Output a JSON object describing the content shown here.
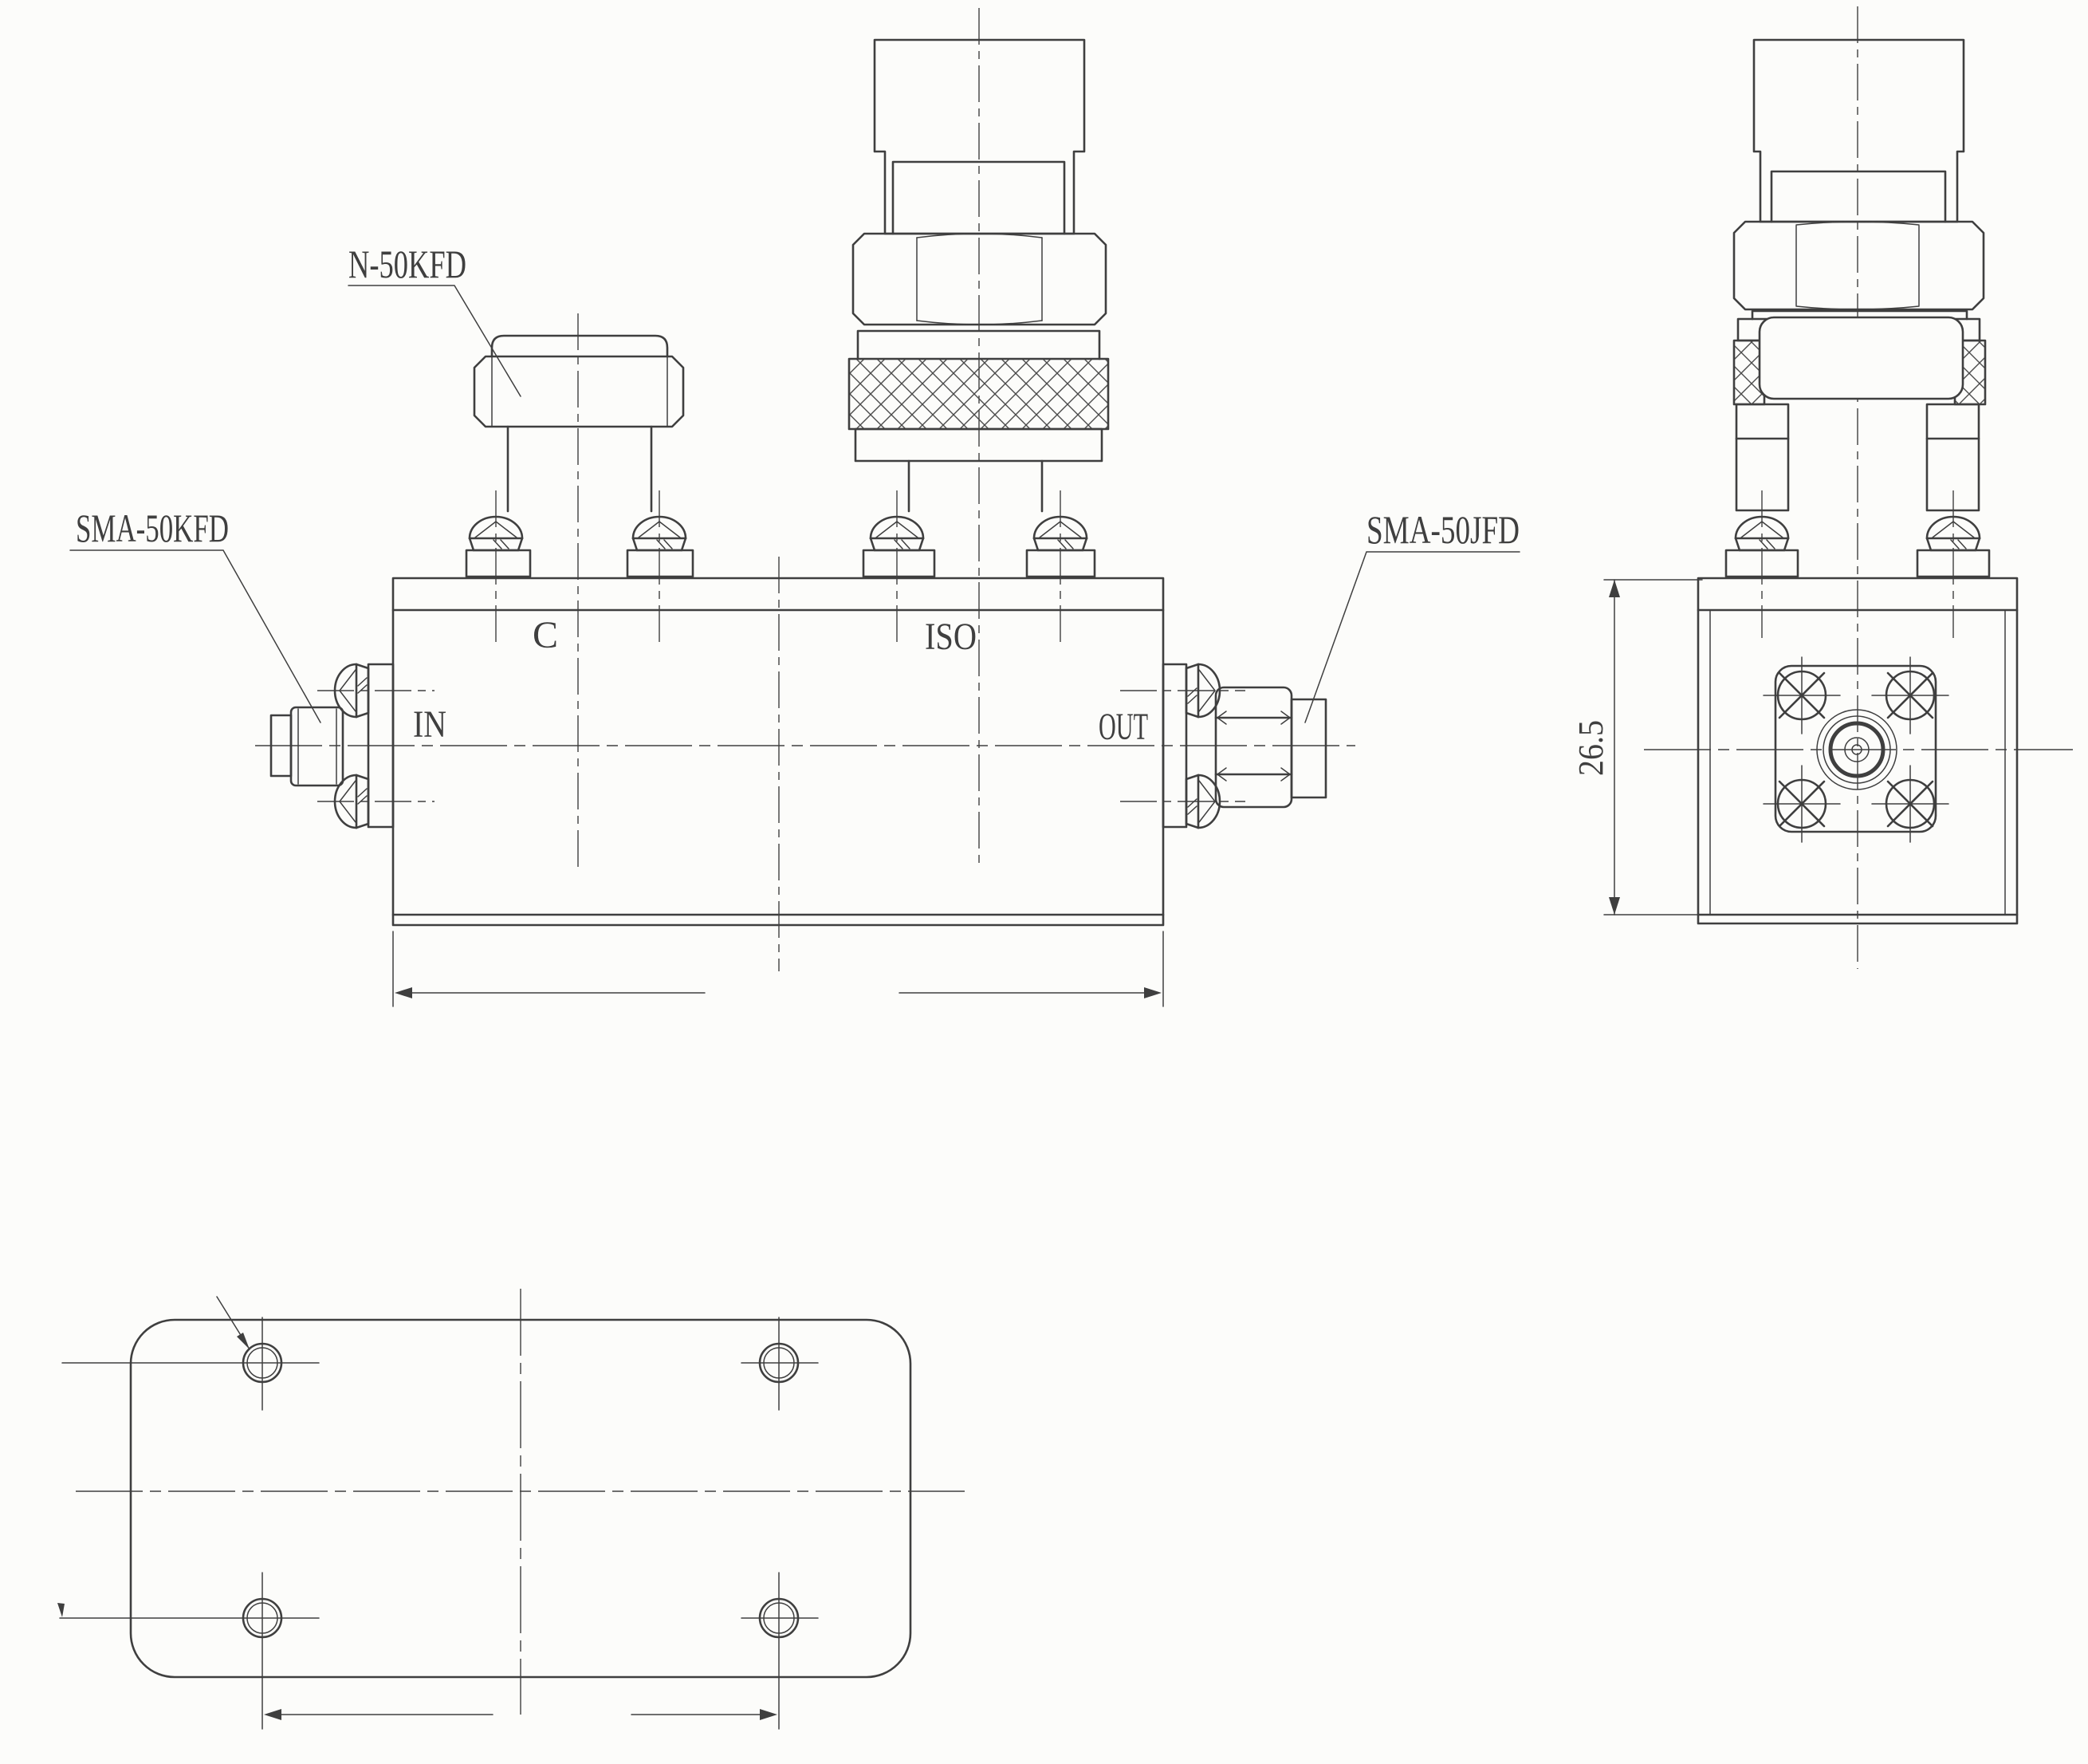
{
  "sheet": {
    "background": "#fcfcfa",
    "line_color": "#3f3f3f"
  },
  "front_view": {
    "connector_labels": {
      "top": "N-50KFD",
      "input": "SMA-50KFD",
      "output": "SMA-50JFD"
    },
    "port_labels": {
      "coupled": "C",
      "isolated": "ISO",
      "in": "IN",
      "out": "OUT"
    }
  },
  "side_view": {
    "height_dimension": "26.5"
  }
}
